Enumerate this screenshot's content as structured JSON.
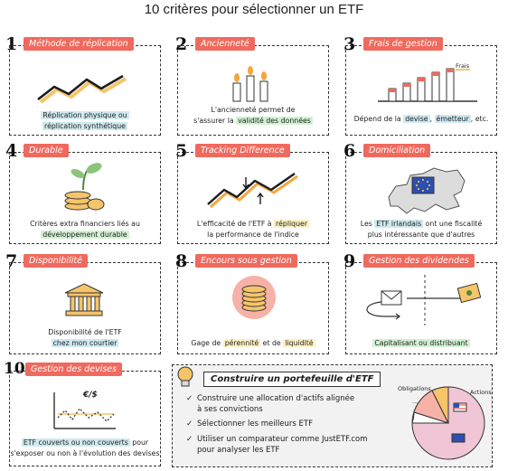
{
  "title": "10 critères pour sélectionner un ETF",
  "cards": {
    "c1": {
      "num": "1",
      "label": "Méthode de réplication",
      "cap1": "Réplication physique ou",
      "cap2": "réplication synthétique"
    },
    "c2": {
      "num": "2",
      "label": "Ancienneté",
      "cap1a": "L'ancienneté permet de",
      "cap2a": "s'assurer la ",
      "cap2b": "validité des données"
    },
    "c3": {
      "num": "3",
      "label": "Frais de gestion",
      "legend": "Frais",
      "cap1a": "Dépend de la ",
      "cap1b": "devise",
      "cap1c": ", ",
      "cap1d": "émetteur",
      "cap1e": ", etc."
    },
    "c4": {
      "num": "4",
      "label": "Durable",
      "cap1": "Critères extra financiers liés au",
      "cap2": "développement durable"
    },
    "c5": {
      "num": "5",
      "label": "Tracking Difference",
      "cap1a": "L'efficacité de l'ETF à ",
      "cap1b": "répliquer",
      "cap2": "la performance de l'indice"
    },
    "c6": {
      "num": "6",
      "label": "Domiciliation",
      "cap1a": "Les ",
      "cap1b": "ETF irlandais",
      "cap1c": " ont une fiscalité",
      "cap2": "plus intéressante que d'autres"
    },
    "c7": {
      "num": "7",
      "label": "Disponibilité",
      "cap1": "Disponibilité de l'ETF",
      "cap2": "chez mon courtier"
    },
    "c8": {
      "num": "8",
      "label": "Encours sous gestion",
      "cap1a": "Gage de ",
      "cap1b": "pérennité",
      "cap1c": " et de ",
      "cap1d": "liquidité"
    },
    "c9": {
      "num": "9",
      "label": "Gestion des dividendes",
      "cap1": "Capitalisant ou distribuant"
    },
    "c10": {
      "num": "10",
      "label": "Gestion des devises",
      "currency": "€/$",
      "cap1a": "ETF couverts ou non couverts",
      "cap1b": " pour",
      "cap2": "s'exposer ou non à l'évolution des devises"
    }
  },
  "portfolio": {
    "title": "Construire un portefeuille d'ETF",
    "items": [
      "Construire une allocation d'actifs alignée",
      "à ses convictions",
      "Sélectionner les meilleurs ETF",
      "Utiliser un comparateur comme JustETF.com",
      "pour analyser les ETF"
    ],
    "tick": "✓",
    "pie_labels": {
      "left": "Obligations",
      "right": "Actions",
      "dots": "..."
    }
  },
  "colors": {
    "accent": "#ef6a5e",
    "highlight_blue": "#cfe9ef",
    "highlight_green": "#d3f1d2",
    "chart_line": "#1b1b1b",
    "chart_shadow": "#f5c46b",
    "pie_pink": "#f0c6d6"
  },
  "icons": [
    "zigzag-chart-icon",
    "candles-icon",
    "bar-chart-icon",
    "coins-plant-icon",
    "tracking-chart-icon",
    "europe-map-icon",
    "bank-building-icon",
    "coin-stack-icon",
    "dividends-flow-icon",
    "currency-chart-icon",
    "lightbulb-icon",
    "pie-chart-icon"
  ]
}
